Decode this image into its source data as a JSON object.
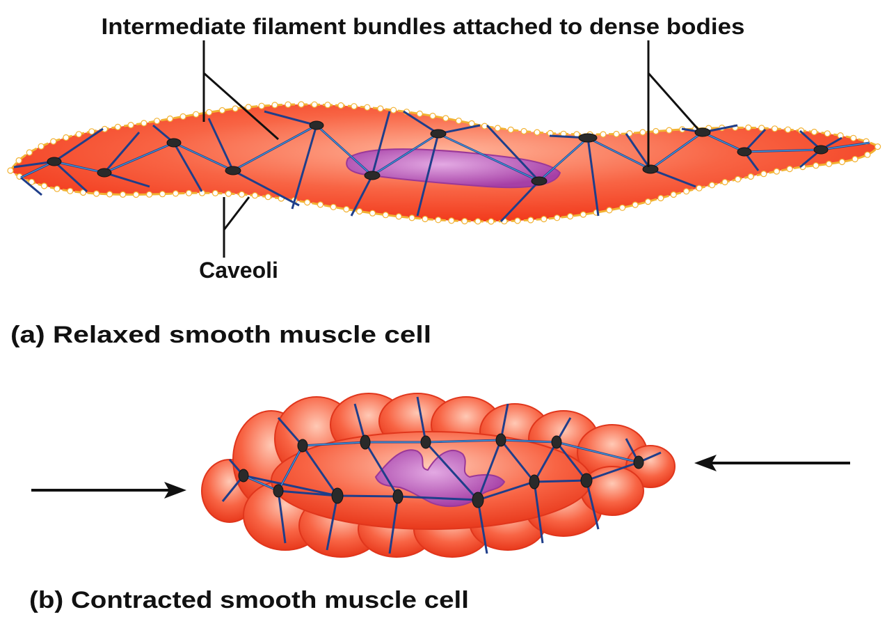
{
  "labels": {
    "filament_bundles": "Intermediate filament bundles attached to dense bodies",
    "caveoli": "Caveoli",
    "caption_a": "(a) Relaxed smooth muscle cell",
    "caption_b": "(b) Contracted smooth muscle cell"
  },
  "colors": {
    "cytoplasm": "#f23a1c",
    "cytoplasm_light": "#ffb49a",
    "membrane": "#f2b233",
    "nucleus": "#a63fa6",
    "filament": "#1f3e8a",
    "dense_body": "#2a2a2a"
  }
}
